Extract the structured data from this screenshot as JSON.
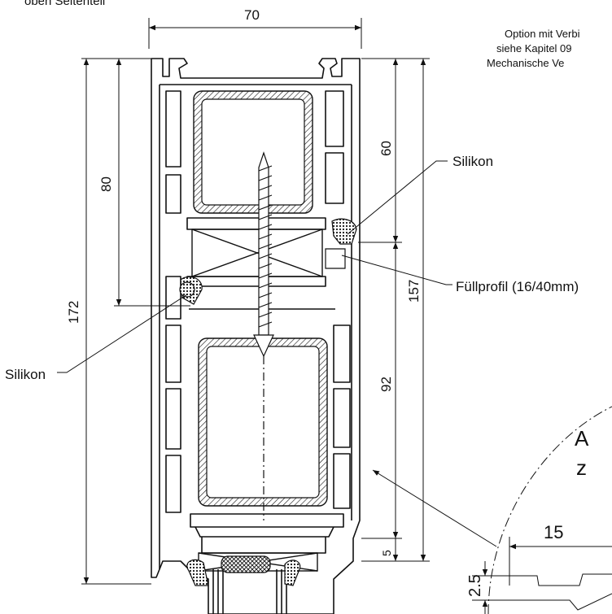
{
  "header": {
    "top_left_text": "oben Seitenteil"
  },
  "note": {
    "lines": [
      "Option mit Verbi",
      "siehe Kapitel 09",
      "Mechanische Ve"
    ]
  },
  "callouts": {
    "silikon_upper": "Silikon",
    "silikon_lower": "Silikon",
    "fuellprofil": "Füllprofil (16/40mm)"
  },
  "dimensions": {
    "width_top": "70",
    "d80": "80",
    "d172": "172",
    "d60": "60",
    "d157": "157",
    "d92": "92",
    "d5": "5",
    "d15": "15",
    "d2_5": "2.5"
  },
  "detail": {
    "letter_a": "A",
    "letter_z": "z"
  }
}
